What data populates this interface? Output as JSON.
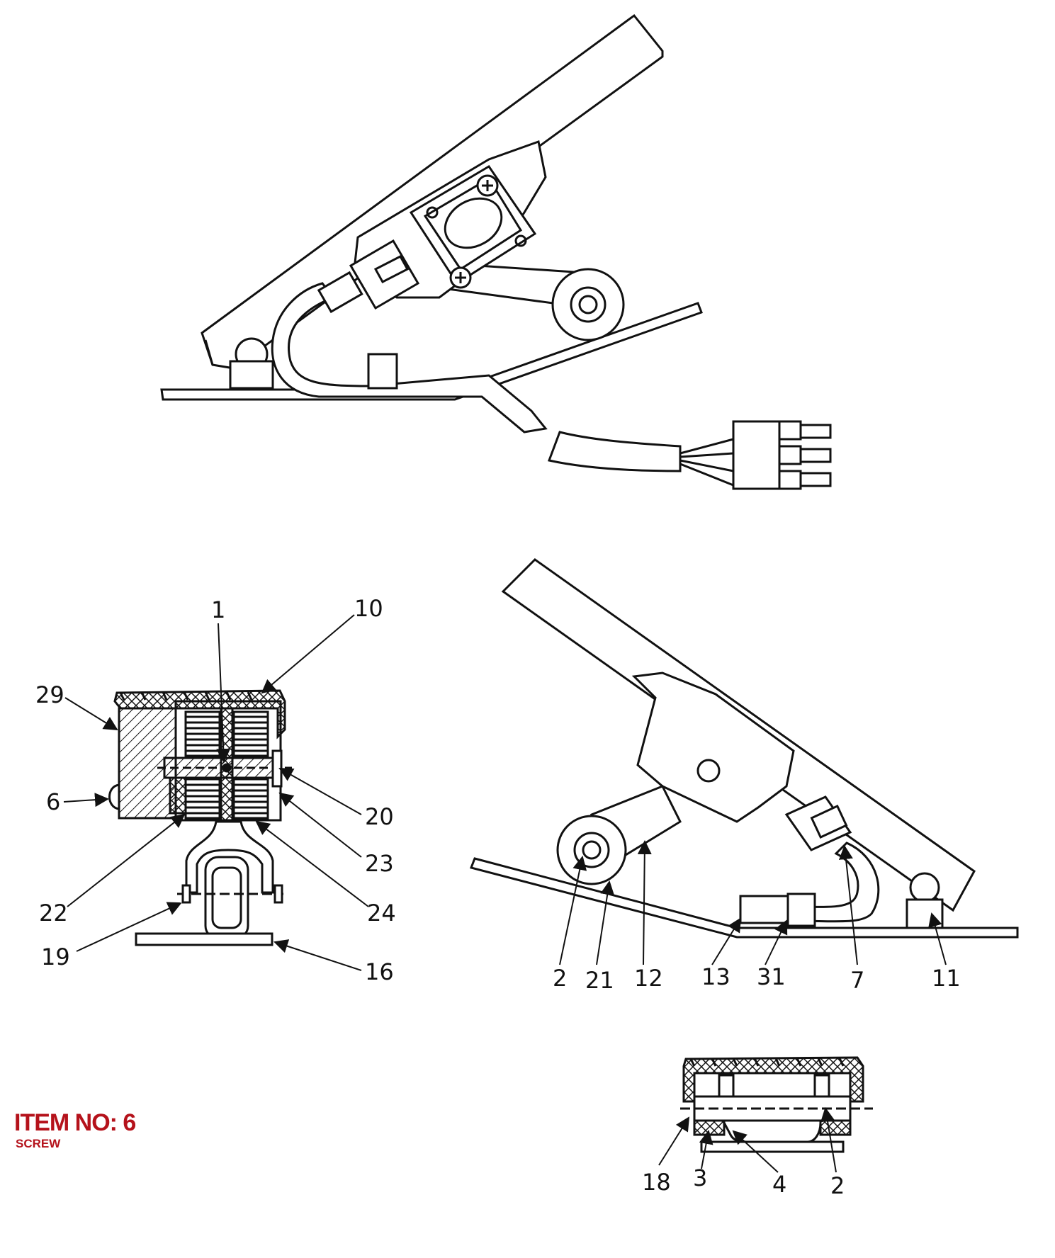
{
  "item": {
    "title": "ITEM NO: 6",
    "subtitle": "SCREW",
    "color": "#b5121b"
  },
  "callouts": {
    "c1": "1",
    "c10": "10",
    "c29": "29",
    "c6": "6",
    "c20": "20",
    "c23": "23",
    "c22": "22",
    "c24": "24",
    "c19": "19",
    "c16": "16",
    "s2": "2",
    "s21": "21",
    "s12": "12",
    "s13": "13",
    "s31": "31",
    "s7": "7",
    "s11": "11",
    "b18": "18",
    "b3": "3",
    "b4": "4",
    "b2": "2"
  }
}
